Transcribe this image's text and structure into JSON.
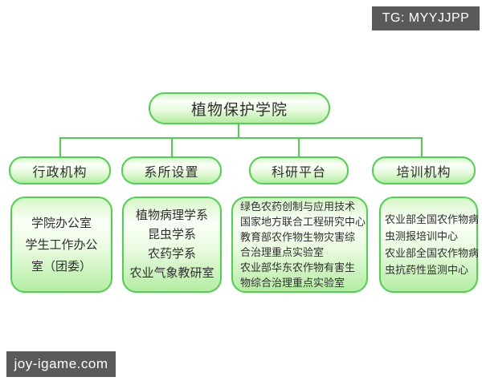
{
  "colors": {
    "node_border_green": "#4dd24d",
    "node_fill_top": "#d6f6c8",
    "node_fill_bottom": "#b4eda3",
    "connector_green": "#4dd24d",
    "text": "#2f2f2f",
    "watermark_bg": "#5a5a5a",
    "watermark_text": "#ffffff"
  },
  "watermarks": {
    "top_right": "TG: MYYJJPP",
    "bottom_left": "joy-igame.com"
  },
  "chart_data": {
    "type": "org-chart",
    "root": "植物保护学院",
    "branches": [
      {
        "title": "行政机构",
        "lines": [
          "学院办公室",
          "学生工作办公",
          "室（团委）"
        ]
      },
      {
        "title": "系所设置",
        "lines": [
          "植物病理学系",
          "昆虫学系",
          "农药学系",
          "农业气象教研室"
        ]
      },
      {
        "title": "科研平台",
        "lines": [
          "绿色农药创制与应用技术",
          "国家地方联合工程研究中心",
          "教育部农作物生物灾害综",
          "合治理重点实验室",
          "农业部华东农作物有害生",
          "物综合治理重点实验室"
        ]
      },
      {
        "title": "培训机构",
        "lines": [
          "农业部全国农作物病",
          "虫测报培训中心",
          "农业部全国农作物病",
          "虫抗药性监测中心"
        ]
      }
    ]
  }
}
